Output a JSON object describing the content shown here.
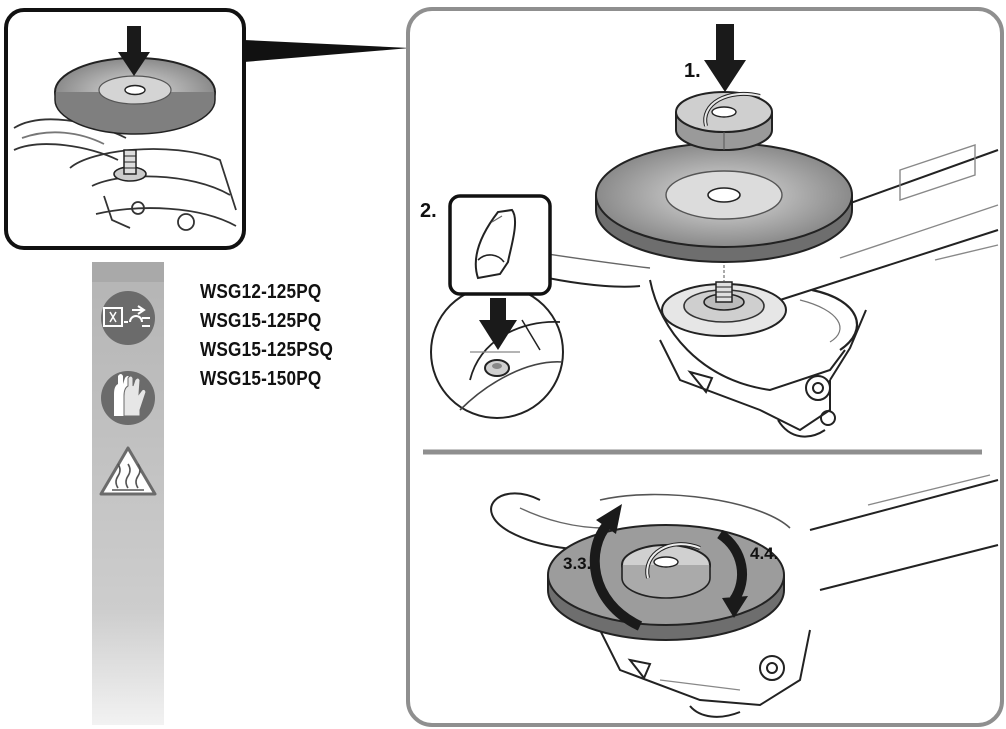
{
  "models": [
    "WSG12-125PQ",
    "WSG15-125PQ",
    "WSG15-125PSQ",
    "WSG15-150PQ"
  ],
  "step_labels": {
    "step1": "1.",
    "step2": "2.",
    "step3": "3.3.",
    "step4": "4.4."
  },
  "icons": [
    "unplug-icon",
    "gloves-icon",
    "hot-surface-warning-icon"
  ],
  "colors": {
    "frame": "#8a8a8a",
    "disc": "#8c8c8c",
    "disc_inner": "#c8c8c8",
    "sidebar": "#bdbdbd",
    "icon_circle": "#6b6b6b"
  }
}
